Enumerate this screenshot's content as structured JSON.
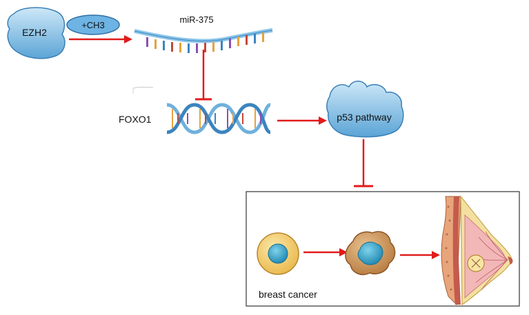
{
  "labels": {
    "ezh2": "EZH2",
    "methyl": "+CH3",
    "mirna": "miR-375",
    "foxo1": "FOXO1",
    "p53": "p53 pathway",
    "cancer": "breast cancer"
  },
  "colors": {
    "arrow": "#e11b1b",
    "protein_light": "#a8d4f0",
    "protein_dark": "#4a97cf",
    "dna_blue": "#6fb0dc",
    "cell_yellow": "#f6cf6e",
    "cell_tan": "#c58c52",
    "nucleus": "#2aa0c6",
    "breast_pink": "#f2b7b7",
    "breast_yellow": "#f3e0a0"
  }
}
